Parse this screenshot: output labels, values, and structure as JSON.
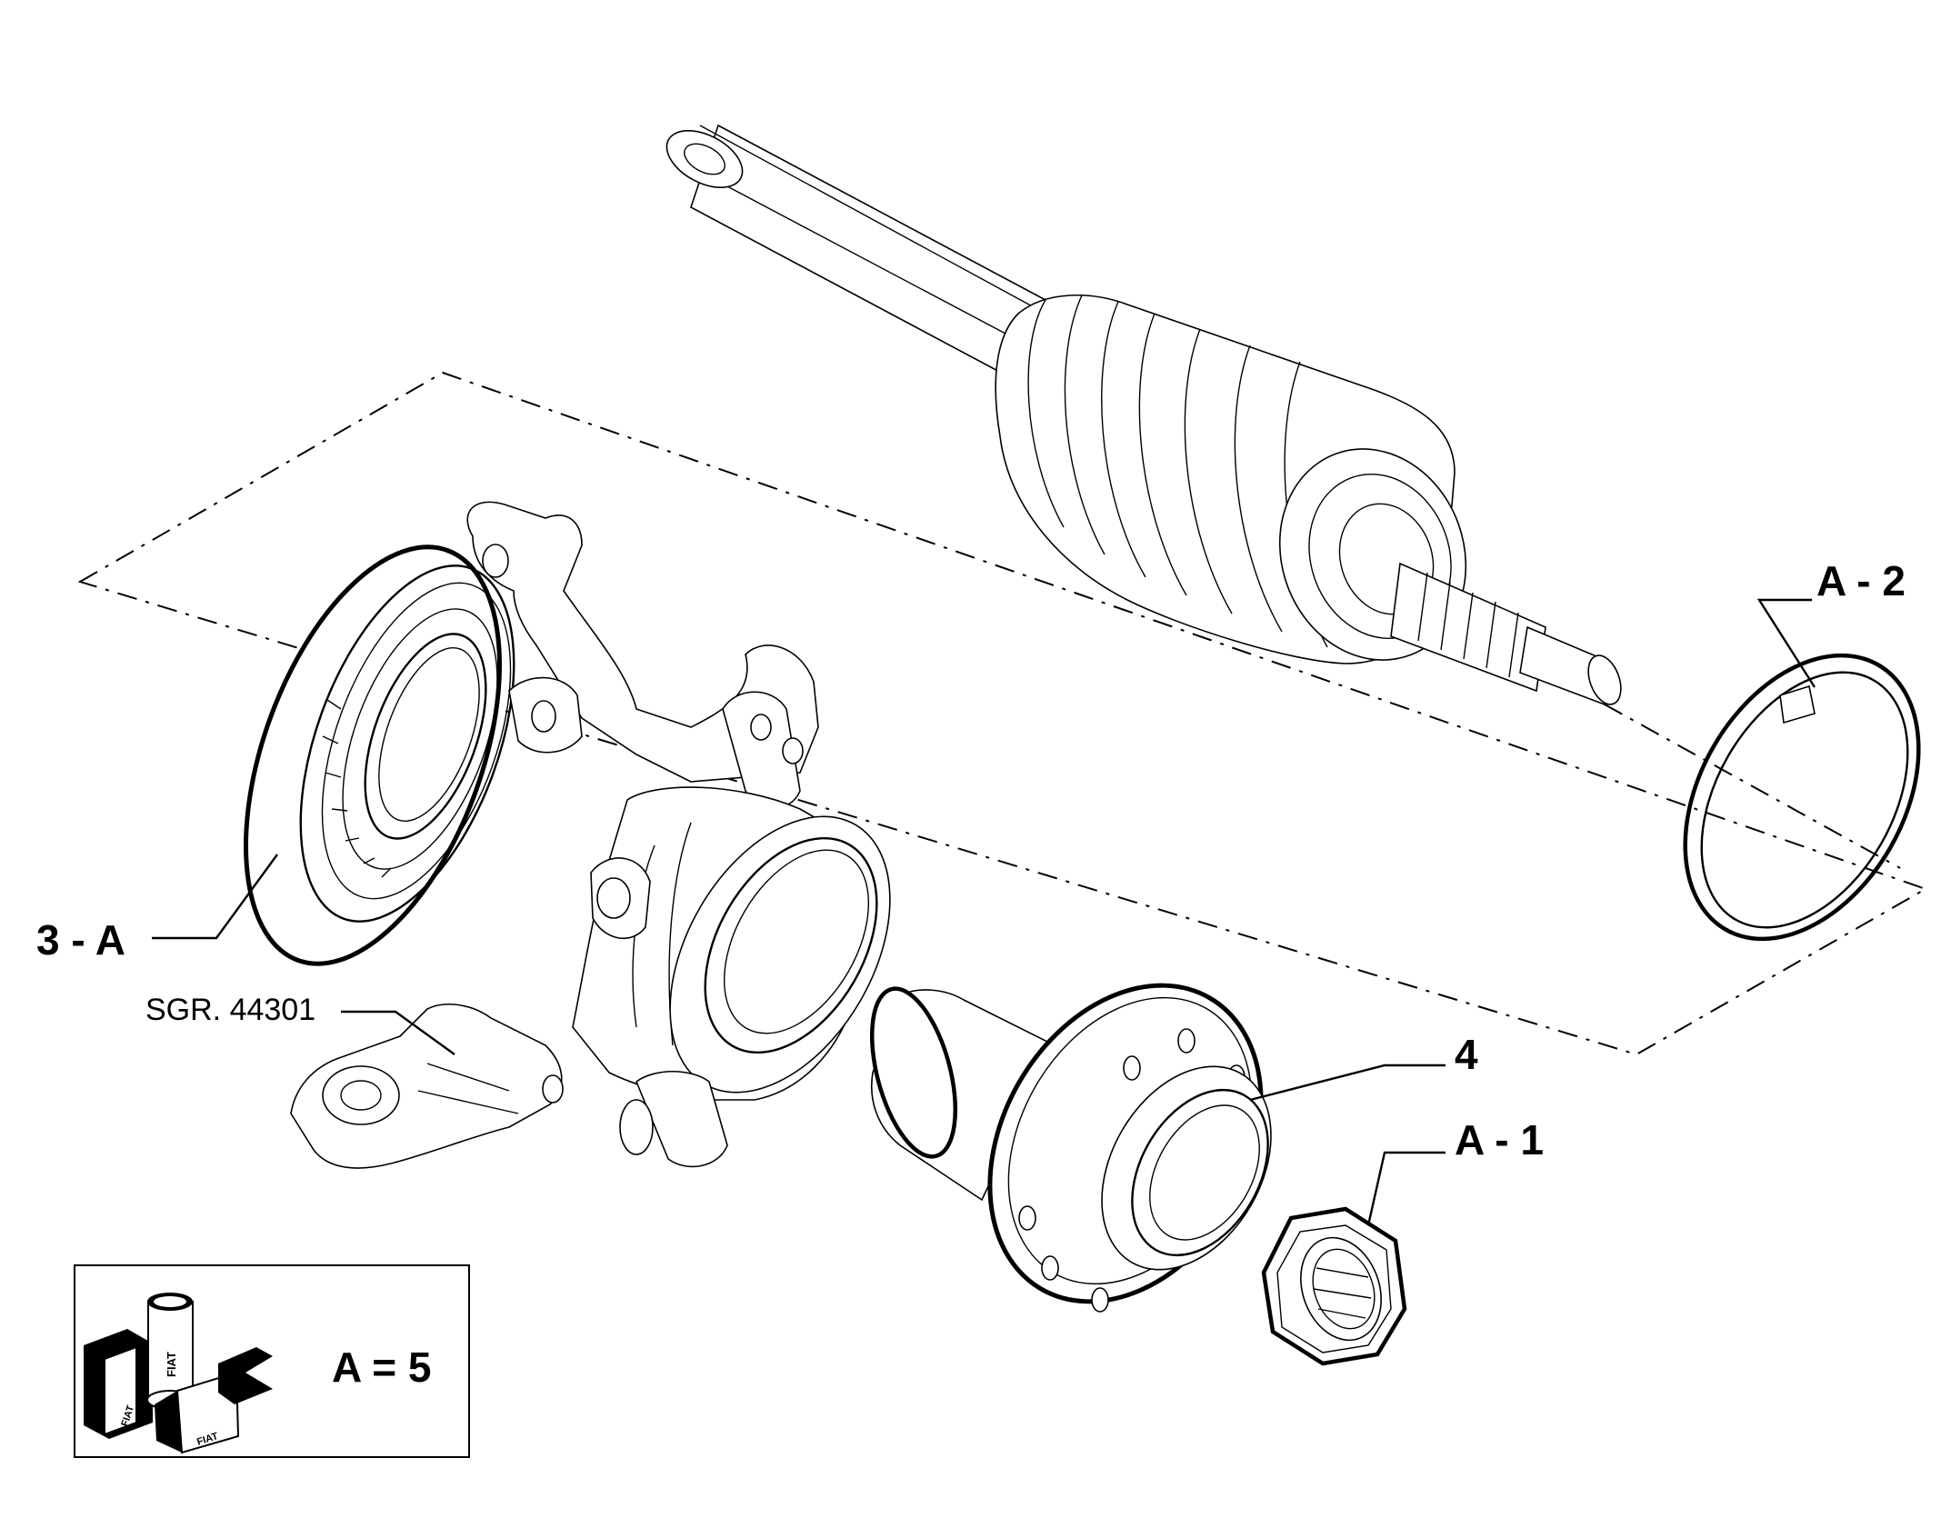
{
  "callouts": {
    "a2": "A - 2",
    "a3": "3 - A",
    "ref": "SGR. 44301",
    "p4": "4",
    "a1": "A - 1"
  },
  "legend": {
    "equation": "A = 5",
    "brand": "FIAT"
  }
}
